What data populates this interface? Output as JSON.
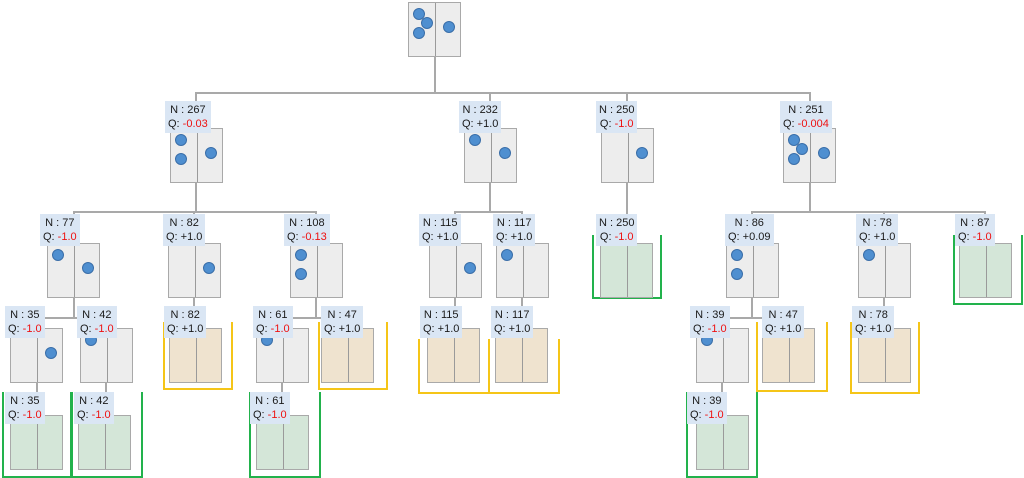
{
  "nodes": [
    {
      "id": "root",
      "N": null,
      "Q": null,
      "result": null,
      "dots": [
        "l",
        "l",
        "r",
        "l"
      ]
    },
    {
      "id": "a",
      "N": "267",
      "Q": "-0.03",
      "result": null,
      "dots": [
        "l",
        "r",
        "l"
      ]
    },
    {
      "id": "b",
      "N": "232",
      "Q": "+1.0",
      "result": null,
      "dots": [
        "l",
        "r"
      ]
    },
    {
      "id": "c",
      "N": "250",
      "Q": "-1.0",
      "result": null,
      "dots": [
        "r"
      ]
    },
    {
      "id": "d",
      "N": "251",
      "Q": "-0.004",
      "result": null,
      "dots": [
        "l",
        "r",
        "l",
        "l"
      ]
    },
    {
      "id": "a1",
      "N": "77",
      "Q": "-1.0",
      "result": null,
      "dots": [
        "l",
        "r"
      ]
    },
    {
      "id": "a2",
      "N": "82",
      "Q": "+1.0",
      "result": null,
      "dots": [
        "r"
      ]
    },
    {
      "id": "a3",
      "N": "108",
      "Q": "-0.13",
      "result": null,
      "dots": [
        "l",
        "l"
      ]
    },
    {
      "id": "b1",
      "N": "115",
      "Q": "+1.0",
      "result": null,
      "dots": [
        "r"
      ]
    },
    {
      "id": "b2",
      "N": "117",
      "Q": "+1.0",
      "result": null,
      "dots": [
        "l"
      ]
    },
    {
      "id": "c1",
      "N": "250",
      "Q": "-1.0",
      "result": "win",
      "dots": []
    },
    {
      "id": "d1",
      "N": "86",
      "Q": "+0.09",
      "result": null,
      "dots": [
        "l",
        "l"
      ]
    },
    {
      "id": "d2",
      "N": "78",
      "Q": "+1.0",
      "result": null,
      "dots": [
        "l"
      ]
    },
    {
      "id": "d3",
      "N": "87",
      "Q": "-1.0",
      "result": "win",
      "dots": []
    },
    {
      "id": "a1a",
      "N": "35",
      "Q": "-1.0",
      "result": null,
      "dots": [
        "r"
      ]
    },
    {
      "id": "a1b",
      "N": "42",
      "Q": "-1.0",
      "result": null,
      "dots": [
        "l"
      ]
    },
    {
      "id": "a2a",
      "N": "82",
      "Q": "+1.0",
      "result": "loss",
      "dots": []
    },
    {
      "id": "a3a",
      "N": "61",
      "Q": "-1.0",
      "result": null,
      "dots": [
        "l"
      ]
    },
    {
      "id": "a3b",
      "N": "47",
      "Q": "+1.0",
      "result": "loss",
      "dots": []
    },
    {
      "id": "b1a",
      "N": "115",
      "Q": "+1.0",
      "result": "loss",
      "dots": []
    },
    {
      "id": "b2a",
      "N": "117",
      "Q": "+1.0",
      "result": "loss",
      "dots": []
    },
    {
      "id": "d1a",
      "N": "39",
      "Q": "-1.0",
      "result": null,
      "dots": [
        "l"
      ]
    },
    {
      "id": "d1b",
      "N": "47",
      "Q": "+1.0",
      "result": "loss",
      "dots": []
    },
    {
      "id": "d2a",
      "N": "78",
      "Q": "+1.0",
      "result": "loss",
      "dots": []
    },
    {
      "id": "a1aa",
      "N": "35",
      "Q": "-1.0",
      "result": "win",
      "dots": []
    },
    {
      "id": "a1ba",
      "N": "42",
      "Q": "-1.0",
      "result": "win",
      "dots": []
    },
    {
      "id": "a3aa",
      "N": "61",
      "Q": "-1.0",
      "result": "win",
      "dots": []
    },
    {
      "id": "d1aa",
      "N": "39",
      "Q": "-1.0",
      "result": "win",
      "dots": []
    }
  ],
  "label_prefix": {
    "N": "N : ",
    "Q": "Q: "
  },
  "colors": {
    "piece": "#4f8fd0",
    "negative_q": "#ee1111",
    "win_outline": "#22b24c",
    "loss_outline": "#f5c518",
    "label_bg": "#dae6f4",
    "line": "#a9a9a9"
  }
}
